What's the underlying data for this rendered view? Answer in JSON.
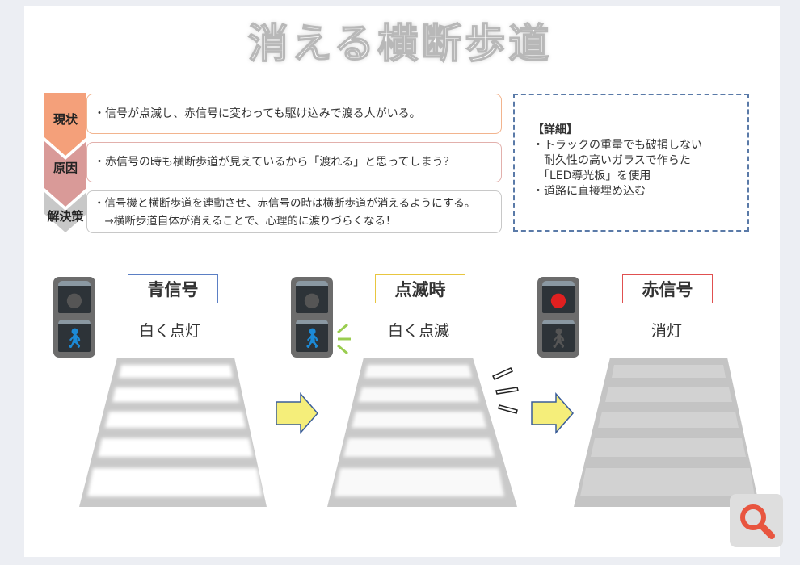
{
  "title": "消える横断歩道",
  "rows": [
    {
      "tag": "現状",
      "lines": [
        "・信号が点滅し、赤信号に変わっても駆け込みで渡る人がいる。"
      ]
    },
    {
      "tag": "原因",
      "lines": [
        "・赤信号の時も横断歩道が見えているから「渡れる」と思ってしまう？"
      ]
    },
    {
      "tag": "解決策",
      "lines": [
        "・信号機と横断歩道を連動させ、赤信号の時は横断歩道が消えるようにする。",
        "　→横断歩道自体が消えることで、心理的に渡りづらくなる！"
      ]
    }
  ],
  "detail": {
    "heading": "【詳細】",
    "lines": [
      "・トラックの重量でも破損しない",
      "　耐久性の高いガラスで作らた",
      "　「LED導光板」を使用",
      "・道路に直接埋め込む"
    ]
  },
  "stages": [
    {
      "label": "青信号",
      "sub": "白く点灯",
      "color": "#5b7fc4"
    },
    {
      "label": "点滅時",
      "sub": "白く点滅",
      "color": "#e8c640"
    },
    {
      "label": "赤信号",
      "sub": "消灯",
      "color": "#e05050"
    }
  ]
}
